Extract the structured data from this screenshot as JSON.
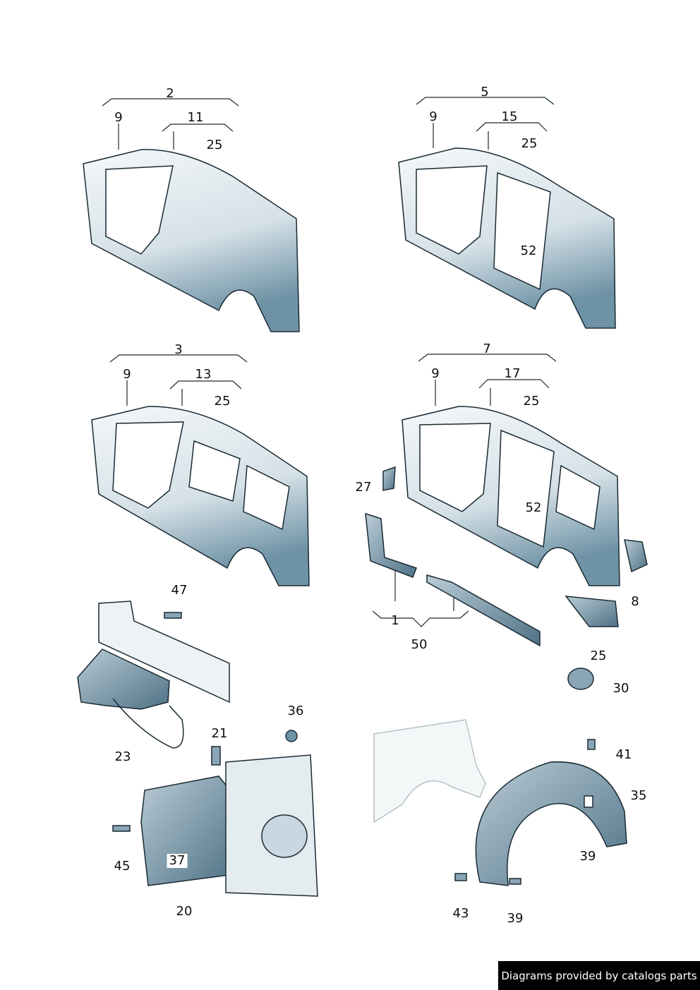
{
  "callouts": {
    "g1": [
      "2",
      "9",
      "11",
      "25"
    ],
    "g2": [
      "5",
      "9",
      "15",
      "25",
      "52"
    ],
    "g3": [
      "3",
      "9",
      "13",
      "25"
    ],
    "g4": [
      "7",
      "9",
      "17",
      "25",
      "27",
      "52",
      "8",
      "1",
      "50",
      "25",
      "30"
    ],
    "g5": [
      "47",
      "23",
      "21",
      "36",
      "37",
      "45",
      "20"
    ],
    "g6": [
      "41",
      "35",
      "39",
      "43",
      "39"
    ]
  },
  "footer": "Diagrams provided by catalogs parts",
  "colors": {
    "panel_light": "#eef2f4",
    "panel_dark": "#6f93a6",
    "outline": "#1a2a33"
  }
}
